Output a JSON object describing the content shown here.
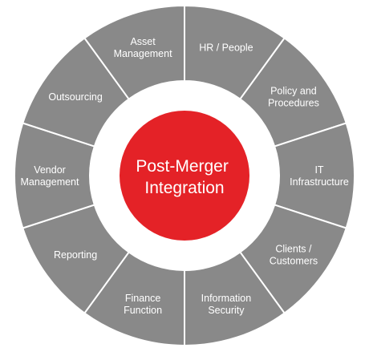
{
  "diagram": {
    "center": {
      "lines": [
        "Post-Merger",
        "Integration"
      ],
      "color": "#e42227"
    },
    "ring_color": "#898989",
    "separator_color": "#ffffff",
    "segments": [
      {
        "lines": [
          "HR / People"
        ]
      },
      {
        "lines": [
          "Policy and",
          "Procedures"
        ]
      },
      {
        "lines": [
          "IT",
          "Infrastructure"
        ]
      },
      {
        "lines": [
          "Clients /",
          "Customers"
        ]
      },
      {
        "lines": [
          "Information",
          "Security"
        ]
      },
      {
        "lines": [
          "Finance",
          "Function"
        ]
      },
      {
        "lines": [
          "Reporting"
        ]
      },
      {
        "lines": [
          "Vendor",
          "Management"
        ]
      },
      {
        "lines": [
          "Outsourcing"
        ]
      },
      {
        "lines": [
          "Asset",
          "Management"
        ]
      }
    ]
  }
}
